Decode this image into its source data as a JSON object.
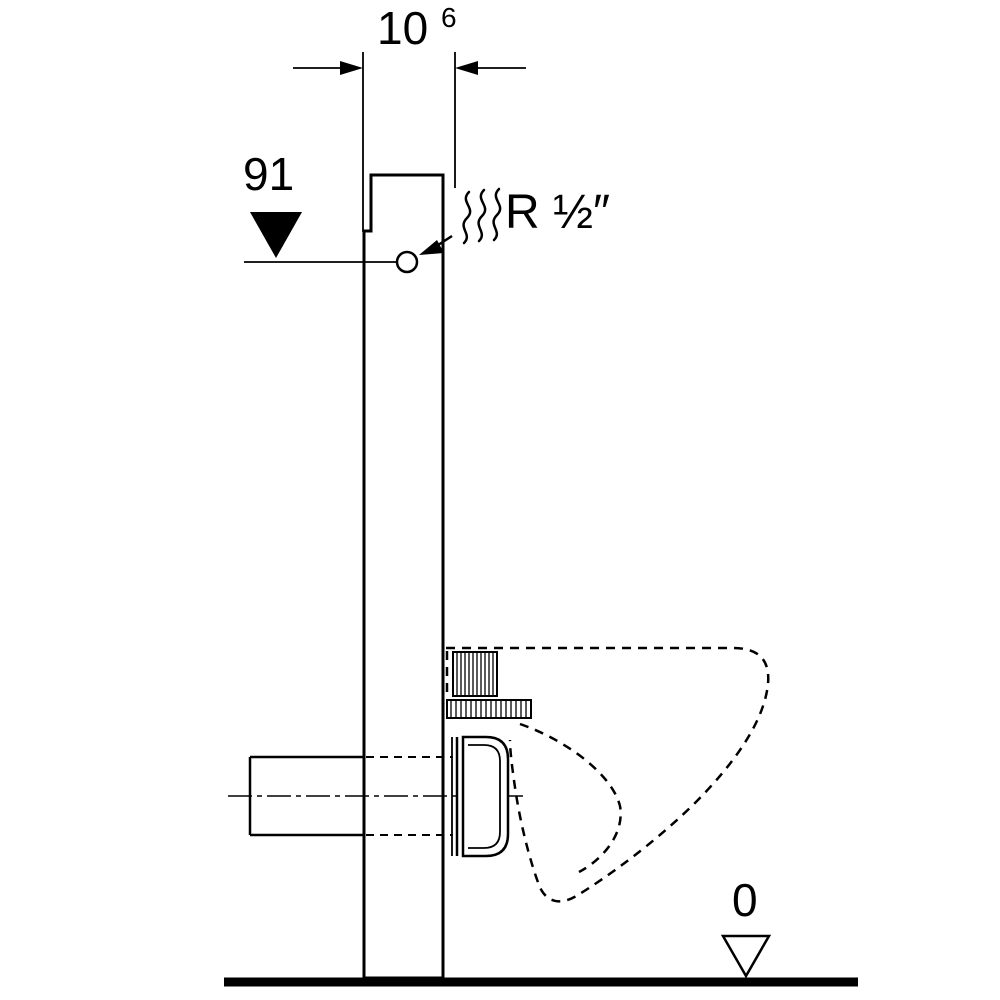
{
  "drawing": {
    "type": "technical-drawing",
    "background": "#ffffff",
    "line_color": "#000000",
    "labels": {
      "width_value": "10",
      "width_exponent": "6",
      "height_value": "91",
      "supply_connection": "R ½″",
      "floor_value": "0"
    },
    "icons": {
      "level-marker-filled-icon": "filled triangle pointing down",
      "level-marker-open-icon": "outlined triangle pointing down",
      "dimension-arrow-icon": "filled arrowhead",
      "water-connection-icon": "small circle",
      "flex-hose-icon": "wavy lines"
    }
  }
}
